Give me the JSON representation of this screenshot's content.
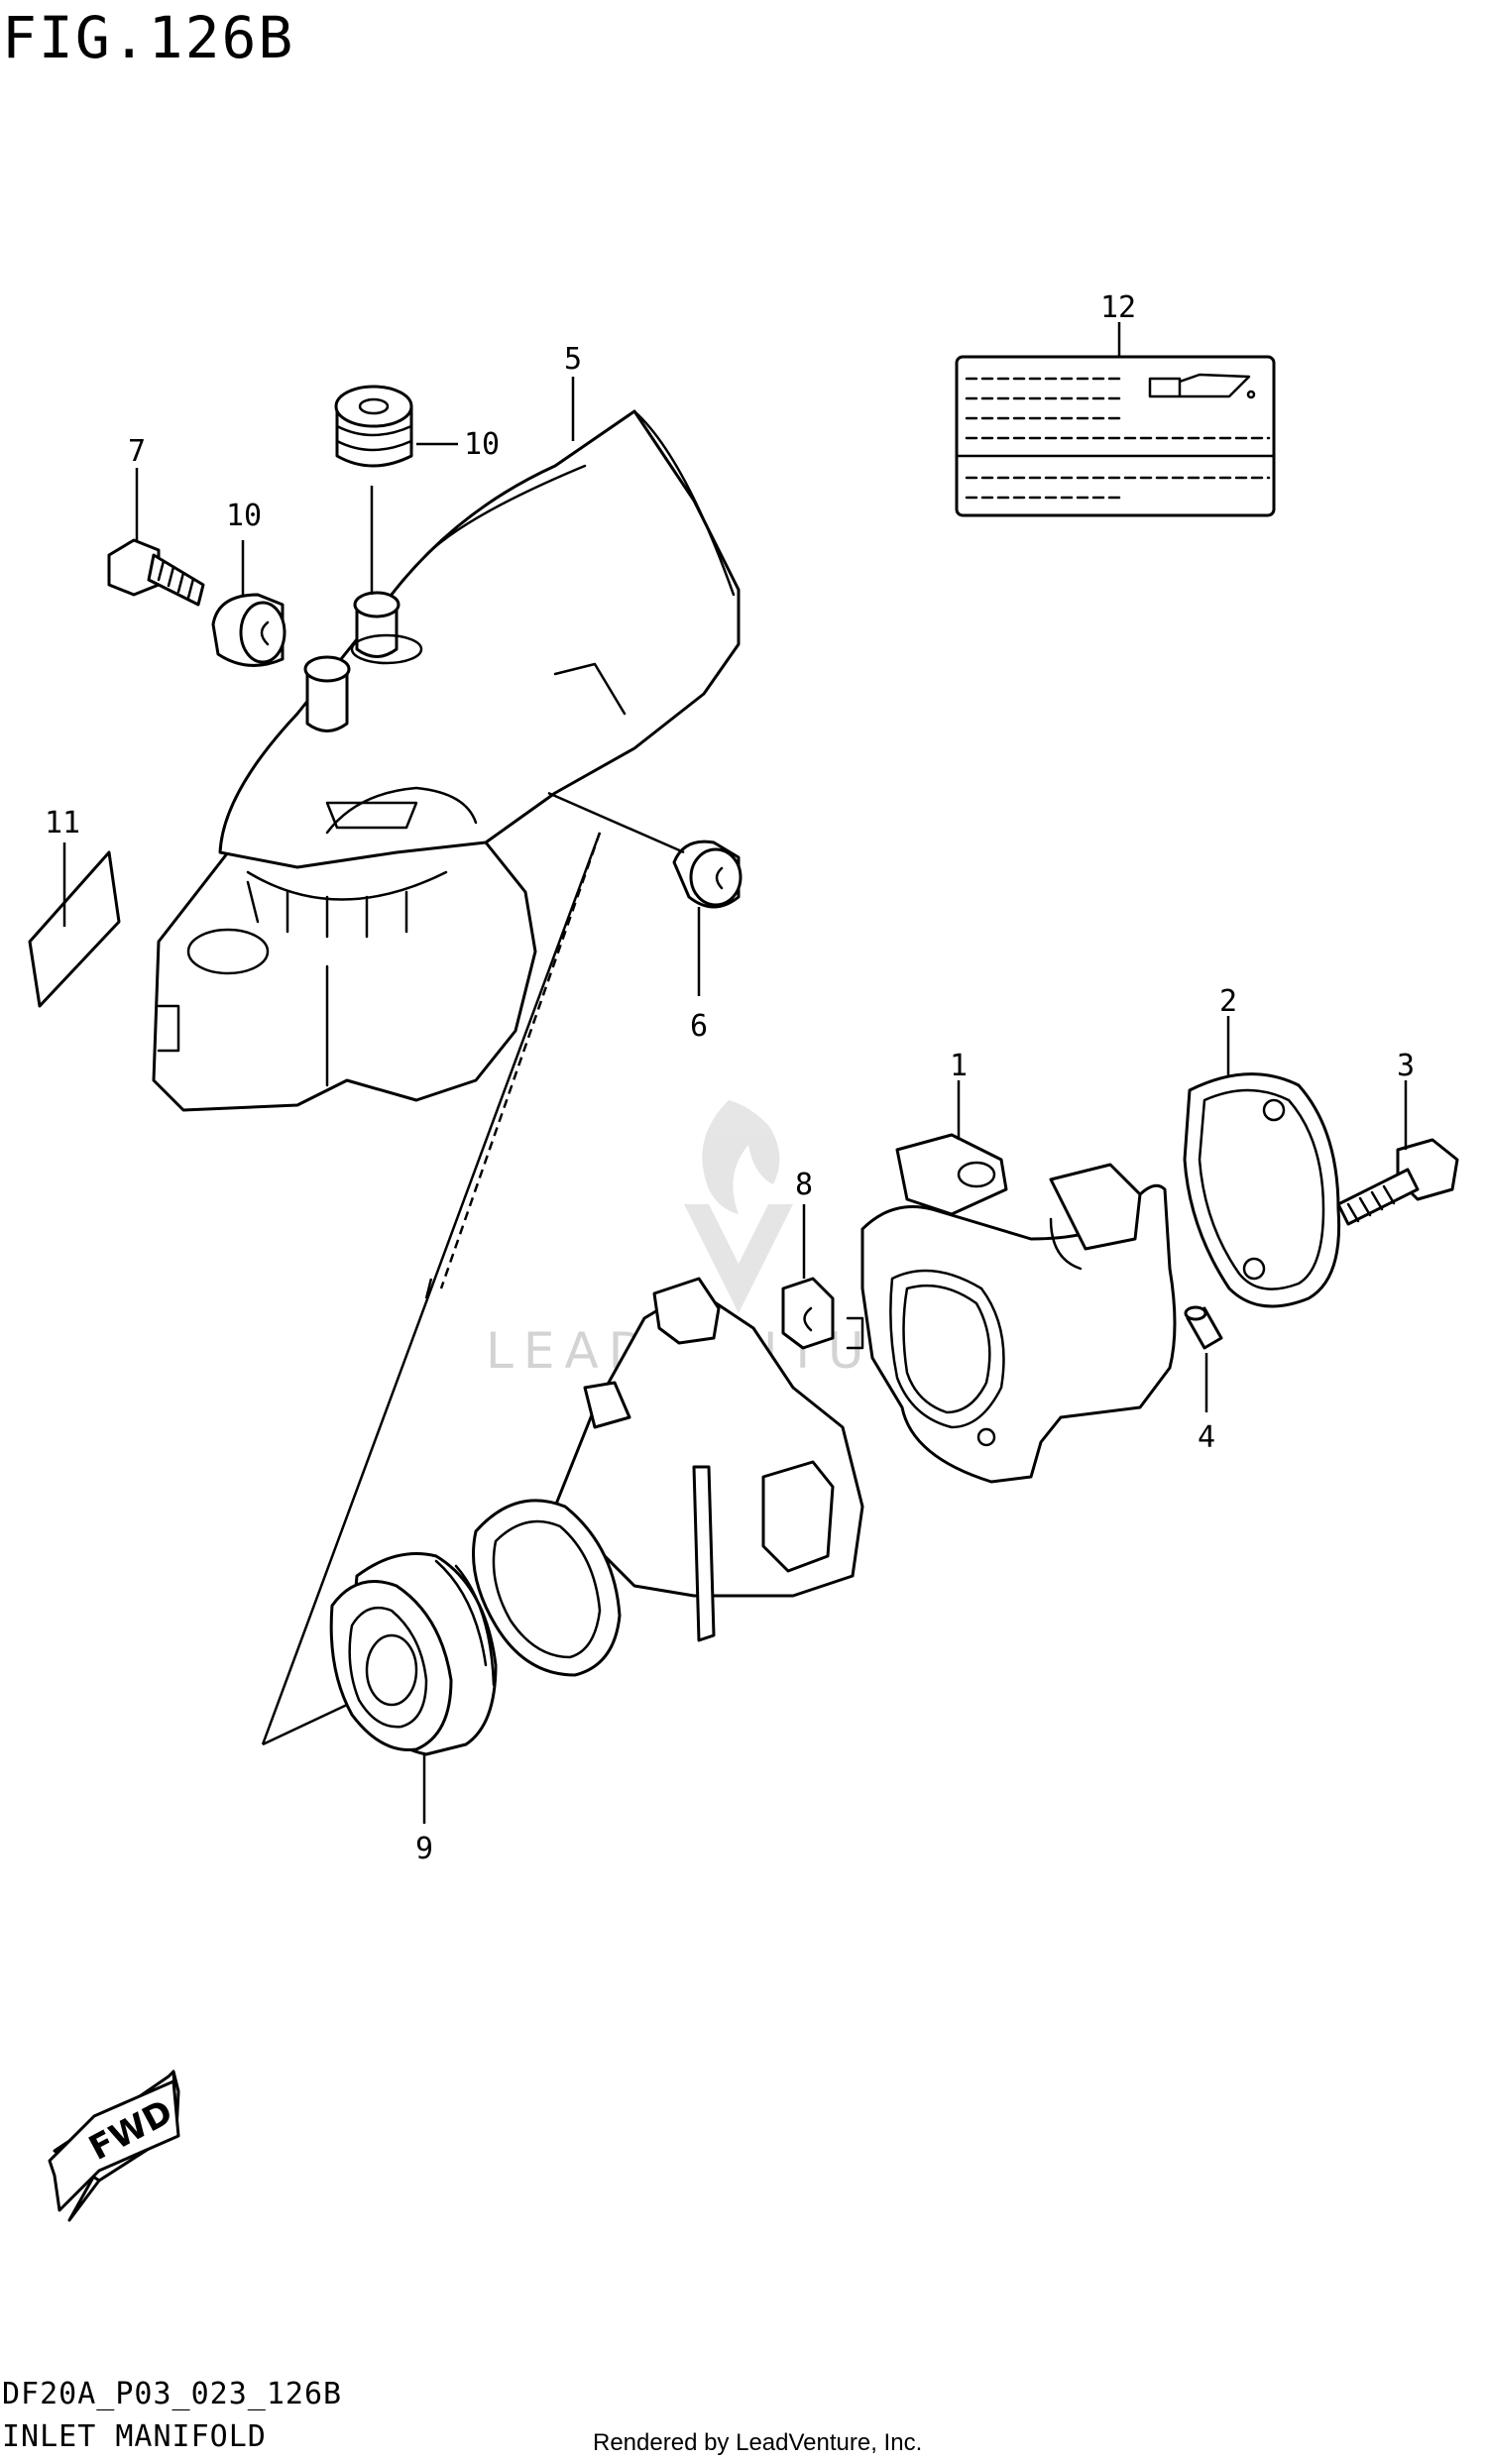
{
  "figure": {
    "title": "FIG.126B",
    "code": "DF20A_P03_023_126B",
    "name": "INLET MANIFOLD",
    "credit": "Rendered by LeadVenture, Inc.",
    "watermark": "LEADVENTURE",
    "fwd_label": "FWD"
  },
  "callouts": [
    {
      "id": "c1",
      "label": "1"
    },
    {
      "id": "c2",
      "label": "2"
    },
    {
      "id": "c3",
      "label": "3"
    },
    {
      "id": "c4",
      "label": "4"
    },
    {
      "id": "c5",
      "label": "5"
    },
    {
      "id": "c6",
      "label": "6"
    },
    {
      "id": "c7",
      "label": "7"
    },
    {
      "id": "c8",
      "label": "8"
    },
    {
      "id": "c9",
      "label": "9"
    },
    {
      "id": "c10a",
      "label": "10"
    },
    {
      "id": "c10b",
      "label": "10"
    },
    {
      "id": "c11",
      "label": "11"
    },
    {
      "id": "c12",
      "label": "12"
    }
  ]
}
